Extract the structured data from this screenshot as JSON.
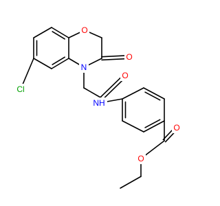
{
  "colors": {
    "background": "#ffffff",
    "bond": "#000000",
    "carbon": "#000000",
    "oxygen": "#ff0000",
    "nitrogen": "#0000ff",
    "chlorine": "#00a000"
  },
  "atom_labels": {
    "chlorine": "Cl",
    "ring_oxygen": "O",
    "lactam_oxygen": "O",
    "ring_nitrogen": "N",
    "amide_oxygen": "O",
    "amide_nh": "NH",
    "ester_carbonyl_oxygen": "O",
    "ester_oxygen": "O"
  }
}
